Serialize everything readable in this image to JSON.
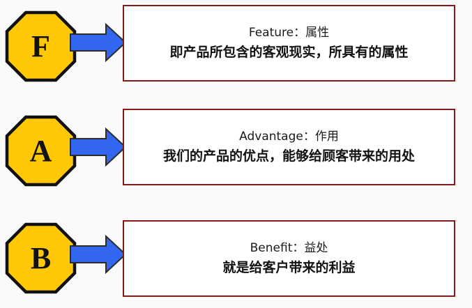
{
  "diagram": {
    "title": "FAB Sales Model Diagram",
    "background_color": "#fafafa",
    "colors": {
      "octagon_fill": "#ffc806",
      "octagon_stroke": "#111111",
      "arrow_fill": "#3366ee",
      "arrow_stroke": "#2b2b2b",
      "box_border": "#8b1616",
      "box_fill": "#ffffff",
      "text_color": "#121212"
    },
    "rows": [
      {
        "badge_letter": "F",
        "badge_shape": "octagon",
        "arrow_icon": "right-arrow-icon",
        "title": "Feature：属性",
        "description": "即产品所包含的客观现实，所具有的属性"
      },
      {
        "badge_letter": "A",
        "badge_shape": "octagon",
        "arrow_icon": "right-arrow-icon",
        "title": "Advantage：作用",
        "description": "我们的产品的优点，能够给顾客带来的用处"
      },
      {
        "badge_letter": "B",
        "badge_shape": "octagon",
        "arrow_icon": "right-arrow-icon",
        "title": "Benefit：益处",
        "description": "就是给客户带来的利益"
      }
    ]
  }
}
